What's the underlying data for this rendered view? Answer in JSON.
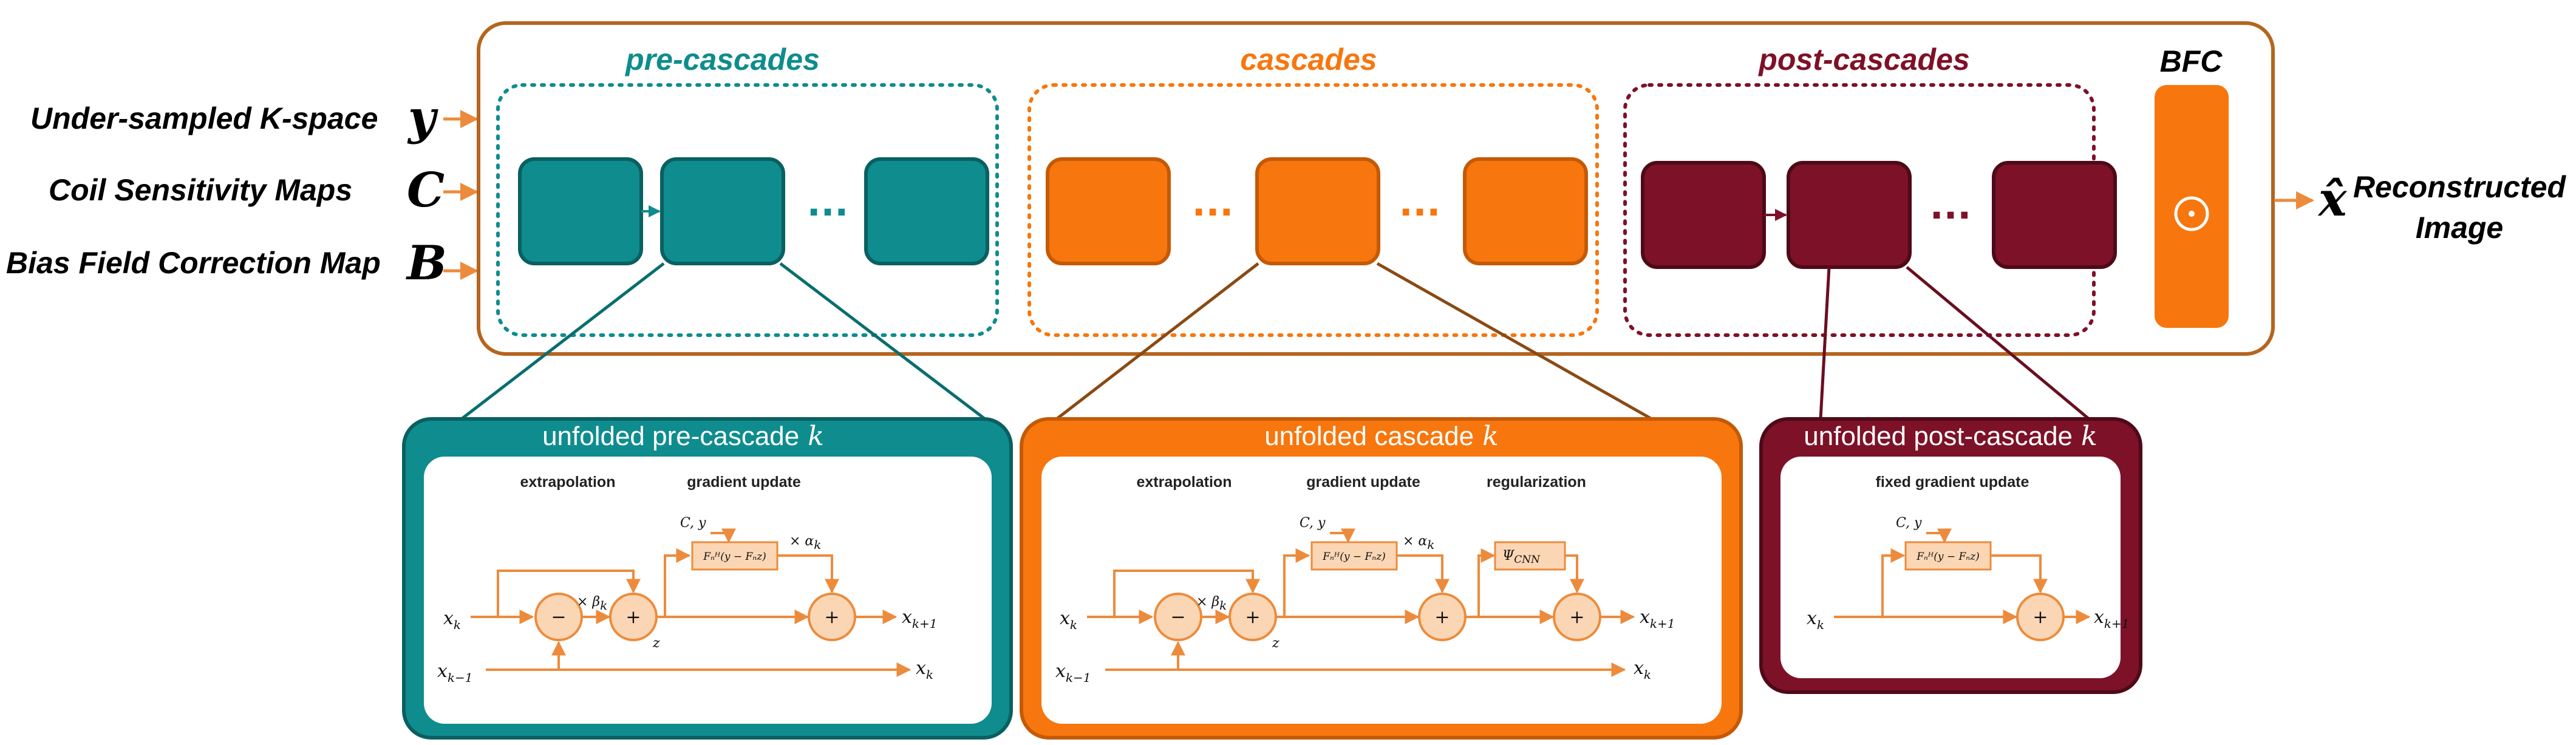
{
  "inputs": [
    {
      "label": "Under-sampled K-space",
      "symbol": "y"
    },
    {
      "label": "Coil Sensitivity Maps",
      "symbol": "C"
    },
    {
      "label": "Bias Field Correction Map",
      "symbol": "B"
    }
  ],
  "groups": {
    "pre": {
      "title": "pre-cascades",
      "color": "#0e8c8e"
    },
    "cas": {
      "title": "cascades",
      "color": "#f7760d"
    },
    "post": {
      "title": "post-cascades",
      "color": "#7d1128"
    }
  },
  "dots": "···",
  "bfc": {
    "title": "BFC",
    "symbol": "⊙",
    "color": "#f7760d"
  },
  "output": {
    "symbol": "x̂",
    "label_line1": "Reconstructed",
    "label_line2": "Image"
  },
  "colors": {
    "outer_frame": "#b5651d",
    "arrow": "#ed8b3d",
    "node_fill": "#fbd6b4",
    "node_stroke": "#ed8b3d"
  },
  "unfolded": {
    "pre": {
      "title": "unfolded pre-cascade",
      "k": "k",
      "step1": "extrapolation",
      "step2": "gradient update"
    },
    "cas": {
      "title": "unfolded cascade",
      "k": "k",
      "step1": "extrapolation",
      "step2": "gradient update",
      "step3": "regularization"
    },
    "post": {
      "title": "unfolded post-cascade",
      "k": "k",
      "step1": "fixed gradient update"
    }
  },
  "math": {
    "xk": "x",
    "k": "k",
    "km1": "k−1",
    "kp1": "k+1",
    "z": "z",
    "Cy": "C, y",
    "times_beta": "× β",
    "times_alpha": "× α",
    "grad_block": "Fₙᴴ(y − Fₙz)",
    "psi": "Ψ",
    "psi_sub": "CNN",
    "minus": "−",
    "plus": "+"
  }
}
